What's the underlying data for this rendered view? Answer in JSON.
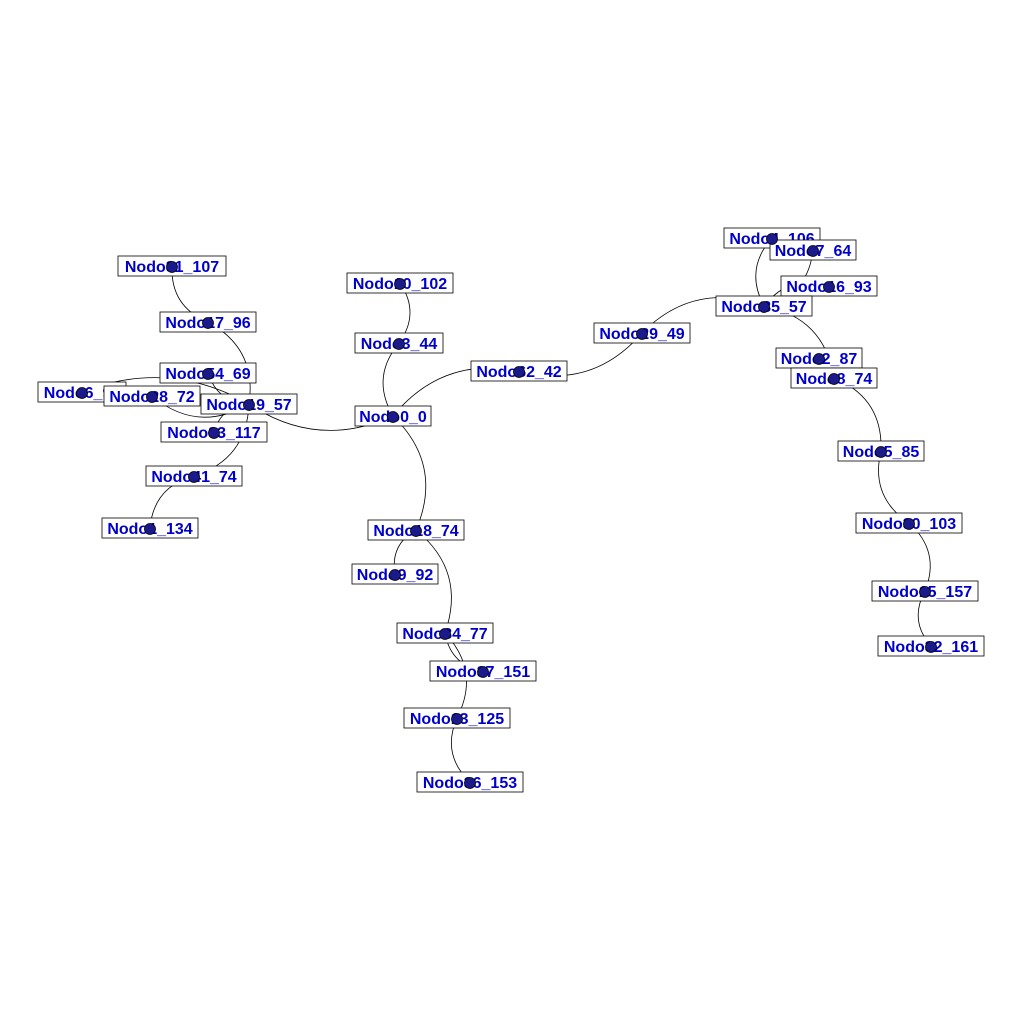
{
  "colors": {
    "label": "#0000cc",
    "node": "#1a1a8c",
    "edge": "#000000",
    "box_border": "#000000"
  },
  "nodes": [
    {
      "id": "n81",
      "label": "Nodo81_107"
    },
    {
      "id": "n17",
      "label": "Nodo17_96"
    },
    {
      "id": "n54",
      "label": "Nodo54_69"
    },
    {
      "id": "n6",
      "label": "Nodo6_96"
    },
    {
      "id": "n28",
      "label": "Nodo28_72"
    },
    {
      "id": "n19",
      "label": "Nodo19_57"
    },
    {
      "id": "n83",
      "label": "Nodo83_117"
    },
    {
      "id": "n41",
      "label": "Nodo41_74"
    },
    {
      "id": "n1",
      "label": "Nodo1_134"
    },
    {
      "id": "n10",
      "label": "Nodo10_102"
    },
    {
      "id": "n3",
      "label": "Nodo3_44"
    },
    {
      "id": "n0",
      "label": "Nodo0_0"
    },
    {
      "id": "n62",
      "label": "Nodo62_42"
    },
    {
      "id": "n29",
      "label": "Nodo29_49"
    },
    {
      "id": "n4",
      "label": "Nodo4_106"
    },
    {
      "id": "n7",
      "label": "Nodo7_64"
    },
    {
      "id": "n16",
      "label": "Nodo16_93"
    },
    {
      "id": "n35",
      "label": "Nodo35_57"
    },
    {
      "id": "n2",
      "label": "Nodo2_87"
    },
    {
      "id": "n8",
      "label": "Nodo8_74"
    },
    {
      "id": "n5",
      "label": "Nodo5_85"
    },
    {
      "id": "n30",
      "label": "Nodo30_103"
    },
    {
      "id": "n15",
      "label": "Nodo15_157"
    },
    {
      "id": "n32",
      "label": "Nodo32_161"
    },
    {
      "id": "n18",
      "label": "Nodo18_74"
    },
    {
      "id": "n9",
      "label": "Nodo9_92"
    },
    {
      "id": "n34",
      "label": "Nodo34_77"
    },
    {
      "id": "n37",
      "label": "Nodo37_151"
    },
    {
      "id": "n13",
      "label": "Nodo13_125"
    },
    {
      "id": "n36",
      "label": "Nodo36_153"
    }
  ],
  "edges": [
    [
      "n81",
      "n17"
    ],
    [
      "n17",
      "n19"
    ],
    [
      "n54",
      "n19"
    ],
    [
      "n6",
      "n19"
    ],
    [
      "n28",
      "n19"
    ],
    [
      "n83",
      "n19"
    ],
    [
      "n41",
      "n19"
    ],
    [
      "n1",
      "n41"
    ],
    [
      "n19",
      "n0"
    ],
    [
      "n10",
      "n3"
    ],
    [
      "n3",
      "n0"
    ],
    [
      "n0",
      "n62"
    ],
    [
      "n62",
      "n29"
    ],
    [
      "n29",
      "n35"
    ],
    [
      "n4",
      "n35"
    ],
    [
      "n7",
      "n35"
    ],
    [
      "n16",
      "n35"
    ],
    [
      "n35",
      "n8"
    ],
    [
      "n2",
      "n8"
    ],
    [
      "n8",
      "n5"
    ],
    [
      "n5",
      "n30"
    ],
    [
      "n30",
      "n15"
    ],
    [
      "n15",
      "n32"
    ],
    [
      "n0",
      "n18"
    ],
    [
      "n18",
      "n9"
    ],
    [
      "n18",
      "n34"
    ],
    [
      "n34",
      "n37"
    ],
    [
      "n34",
      "n13"
    ],
    [
      "n13",
      "n36"
    ]
  ]
}
